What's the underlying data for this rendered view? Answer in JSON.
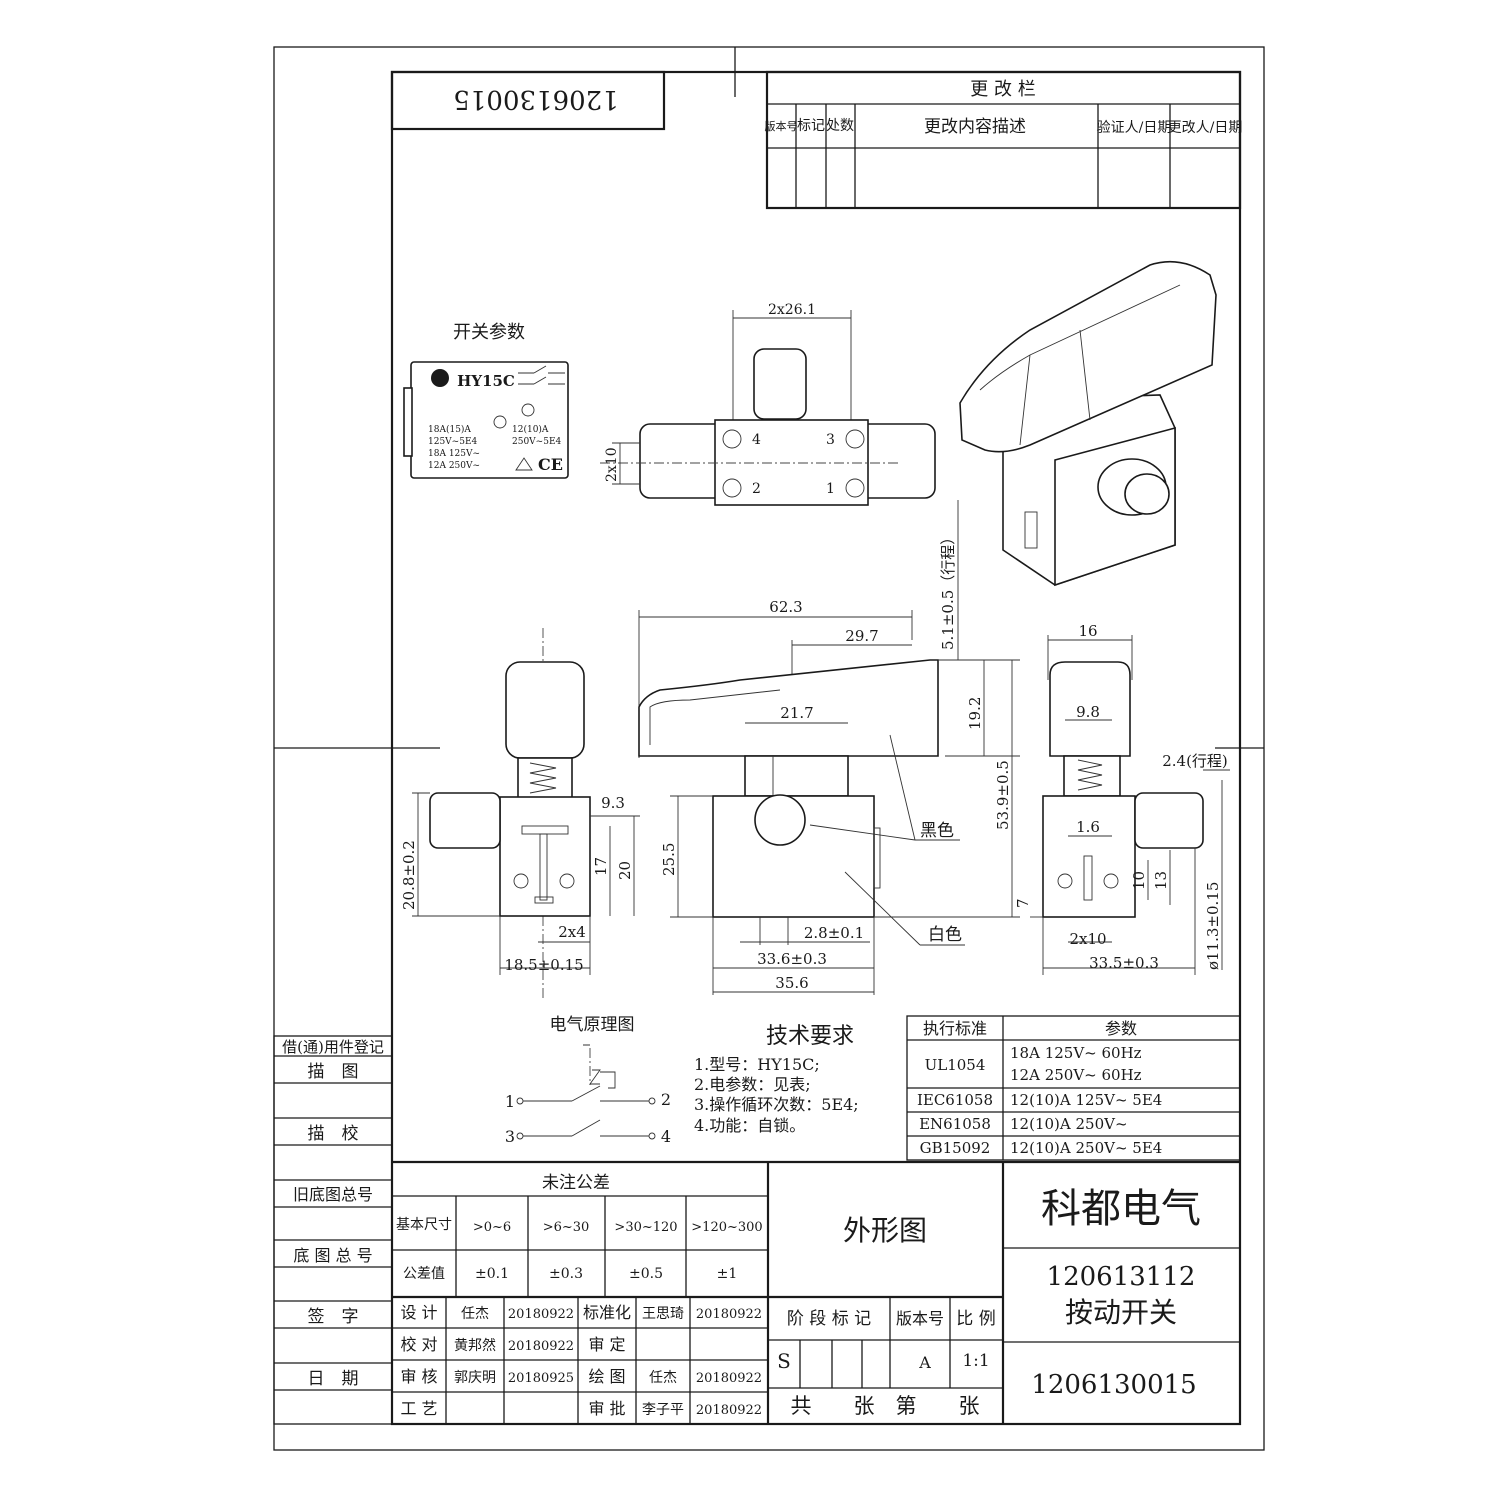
{
  "drawing_number": "1206130015",
  "drawing_number_mirrored": "1206130015",
  "revision_block": {
    "title": "更 改 栏",
    "headers": [
      "版本号",
      "标记",
      "处数",
      "更改内容描述",
      "验证人/日期",
      "更改人/日期"
    ]
  },
  "switch_params": {
    "title": "开关参数",
    "model": "HY15C",
    "ratings_left": [
      "18A(15)A",
      "125V~5E4",
      "18A 125V~",
      "12A 250V~"
    ],
    "ratings_right": [
      "12(10)A",
      "250V~5E4"
    ]
  },
  "dimensions": {
    "top_width": "2x26.1",
    "top_height": "2x10",
    "stroke_vertical": "5.1±0.5（行程）",
    "overall_width": "62.3",
    "trigger_width": "29.7",
    "mid_width": "21.7",
    "trigger_height": "19.2",
    "overall_height": "53.9±0.5",
    "left_height": "20.8±0.2",
    "left_9_3": "9.3",
    "left_17": "17",
    "left_20": "20",
    "left_2x4": "2x4",
    "left_width": "18.5±0.15",
    "front_25_5": "25.5",
    "front_2_8": "2.8±0.1",
    "front_33_6": "33.6±0.3",
    "front_35_6": "35.6",
    "right_16": "16",
    "right_9_8": "9.8",
    "right_stroke": "2.4(行程)",
    "right_1_6": "1.6",
    "right_7": "7",
    "right_10": "10",
    "right_13": "13",
    "right_2x10": "2x10",
    "right_33_5": "33.5±0.3",
    "right_diam": "ø11.3±0.15"
  },
  "color_labels": {
    "black": "黑色",
    "white": "白色"
  },
  "schematic": {
    "title": "电气原理图",
    "terminals": [
      "1",
      "2",
      "3",
      "4"
    ]
  },
  "tech_requirements": {
    "title": "技术要求",
    "items": [
      "1.型号：HY15C;",
      "2.电参数：见表;",
      "3.操作循环次数：5E4;",
      "4.功能：自锁。"
    ]
  },
  "standards_table": {
    "headers": [
      "执行标准",
      "参数"
    ],
    "rows": [
      {
        "std": "UL1054",
        "params": [
          "18A 125V~ 60Hz",
          "12A 250V~ 60Hz"
        ]
      },
      {
        "std": "IEC61058",
        "params": [
          "12(10)A 125V~ 5E4"
        ]
      },
      {
        "std": "EN61058",
        "params": [
          "12(10)A 250V~"
        ]
      },
      {
        "std": "GB15092",
        "params": [
          "12(10)A 250V~ 5E4"
        ]
      }
    ]
  },
  "left_column": [
    "借(通)用件登记",
    "描　图",
    "描　校",
    "旧底图总号",
    "底 图 总 号",
    "签　字",
    "日　期"
  ],
  "tolerance": {
    "title": "未注公差",
    "size_label": "基本尺寸",
    "ranges": [
      ">0~6",
      ">6~30",
      ">30~120",
      ">120~300"
    ],
    "value_label": "公差值",
    "values": [
      "±0.1",
      "±0.3",
      "±0.5",
      "±1"
    ]
  },
  "signatures": {
    "rows": [
      [
        "设 计",
        "任杰",
        "20180922",
        "标准化",
        "王思琦",
        "20180922"
      ],
      [
        "校 对",
        "黄邦然",
        "20180922",
        "审 定",
        "",
        ""
      ],
      [
        "审 核",
        "郭庆明",
        "20180925",
        "绘 图",
        "任杰",
        "20180922"
      ],
      [
        "工 艺",
        "",
        "",
        "审 批",
        "李子平",
        "20180922"
      ]
    ]
  },
  "title_block": {
    "view_name": "外形图",
    "company": "科都电气",
    "part_number": "120613112",
    "part_name": "按动开关",
    "drawing_number": "1206130015",
    "stage_label": "阶 段 标 记",
    "version_label": "版本号",
    "scale_label": "比 例",
    "stage_value": "S",
    "version_value": "A",
    "scale_value": "1:1",
    "sheets_label": "共　　张　第　　张"
  }
}
